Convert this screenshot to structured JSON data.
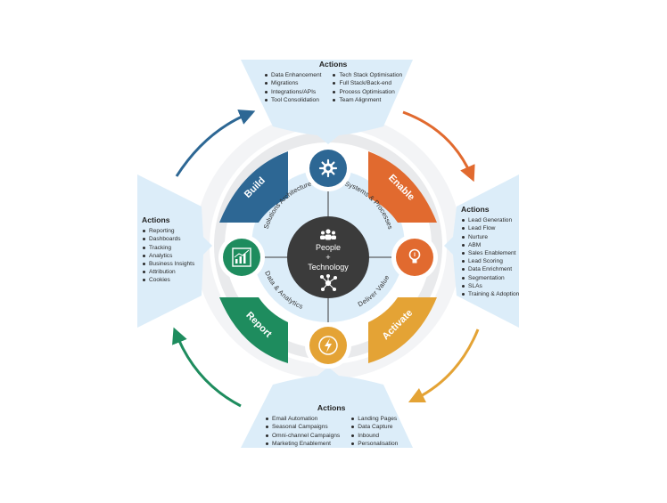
{
  "center": {
    "line1": "People",
    "line2": "+",
    "line3": "Technology"
  },
  "quadrant_labels": {
    "top_left": "Solutions Architecture",
    "top_right": "Systems & Processes",
    "bottom_left": "Data & Analytics",
    "bottom_right": "Deliver Value"
  },
  "segments": {
    "build": "Build",
    "enable": "Enable",
    "report": "Report",
    "activate": "Activate"
  },
  "colors": {
    "build": "#2d6794",
    "enable": "#e16a2f",
    "report": "#1e8c5e",
    "activate": "#e4a335",
    "center": "#3b3b3b",
    "panel": "#dcedf9"
  },
  "icons": {
    "top": "gear-icon",
    "right": "lightbulb-icon",
    "bottom": "lightning-icon",
    "left": "bar-chart-icon",
    "center_top": "people-icon",
    "center_bottom": "network-icon"
  },
  "panels": {
    "top": {
      "title": "Actions",
      "col1": [
        "Data Enhancement",
        "Migrations",
        "Integrations/APIs",
        "Tool Consolidation"
      ],
      "col2": [
        "Tech Stack Optimisation",
        "Full Stack/Back-end",
        "Process Optimisation",
        "Team Alignment"
      ]
    },
    "right": {
      "title": "Actions",
      "items": [
        "Lead Generation",
        "Lead Flow",
        "Nurture",
        "ABM",
        "Sales Enablement",
        "Lead Scoring",
        "Data Enrichment",
        "Segmentation",
        "SLAs",
        "Training & Adoption"
      ]
    },
    "bottom": {
      "title": "Actions",
      "col1": [
        "Email Automation",
        "Seasonal Campaigns",
        "Omni-channel Campaigns",
        "Marketing Enablement"
      ],
      "col2": [
        "Landing Pages",
        "Data Capture",
        "Inbound",
        "Personalisation"
      ]
    },
    "left": {
      "title": "Actions",
      "items": [
        "Reporting",
        "Dashboards",
        "Tracking",
        "Analytics",
        "Business Insights",
        "Attribution",
        "Cookies"
      ]
    }
  }
}
